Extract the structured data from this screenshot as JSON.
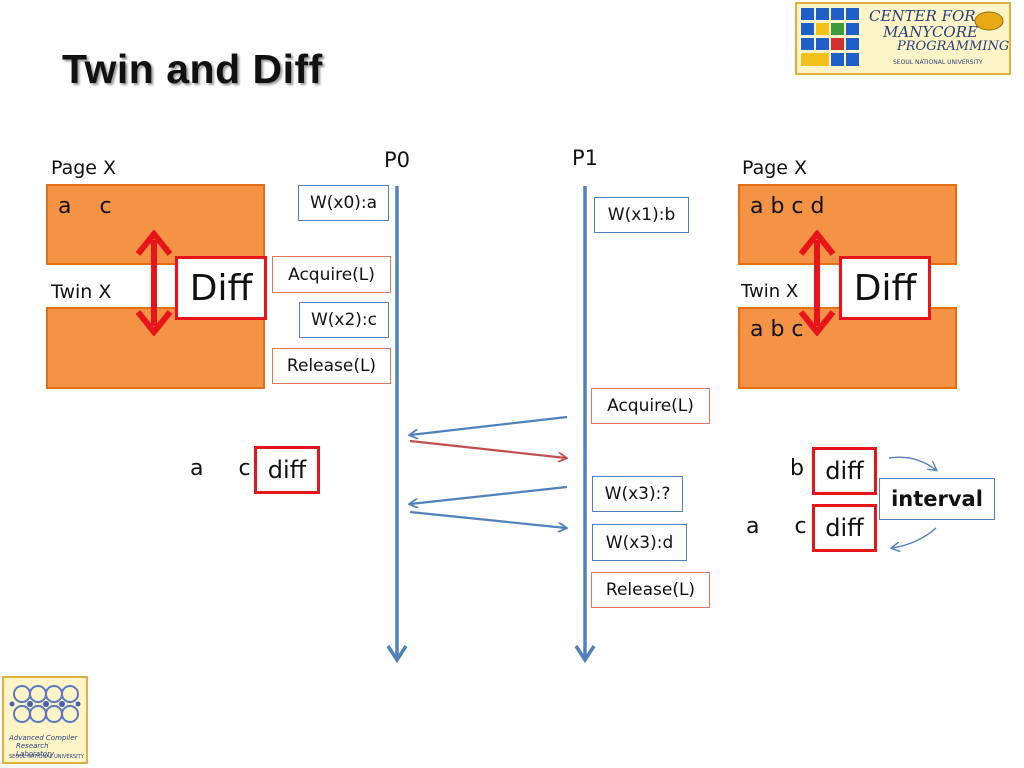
{
  "slide": {
    "title": "Twin and Diff"
  },
  "processes": {
    "p0": "P0",
    "p1": "P1"
  },
  "left": {
    "page_label": "Page X",
    "page_text": "a    c",
    "twin_label": "Twin X",
    "diff_label": "Diff",
    "result_text": "a     c",
    "result_diff": "diff"
  },
  "right": {
    "page_label": "Page X",
    "page_text": "a b c d",
    "twin_label": "Twin X",
    "twin_text": "a b c",
    "diff_label": "Diff",
    "diff1_prefix": "b",
    "diff1": "diff",
    "diff2_prefix": "a     c",
    "diff2": "diff",
    "interval": "interval"
  },
  "p0_ops": [
    "W(x0):a",
    "Acquire(L)",
    "W(x2):c",
    "Release(L)"
  ],
  "p1_ops": [
    "W(x1):b",
    "Acquire(L)",
    "W(x3):?",
    "W(x3):d",
    "Release(L)"
  ],
  "logos": {
    "top_line1": "CENTER FOR",
    "top_line2": "MANYCORE",
    "top_line3": "PROGRAMMING",
    "top_sub": "SEOUL NATIONAL UNIVERSITY",
    "bottom_line1": "Advanced Compiler",
    "bottom_line2": "Research Laboratory",
    "bottom_sub": "SEOUL NATIONAL UNIVERSITY"
  },
  "colors": {
    "orange": "#f59345",
    "red": "#e8141c",
    "blue": "#4f81bd",
    "message_red": "#c0504d"
  }
}
